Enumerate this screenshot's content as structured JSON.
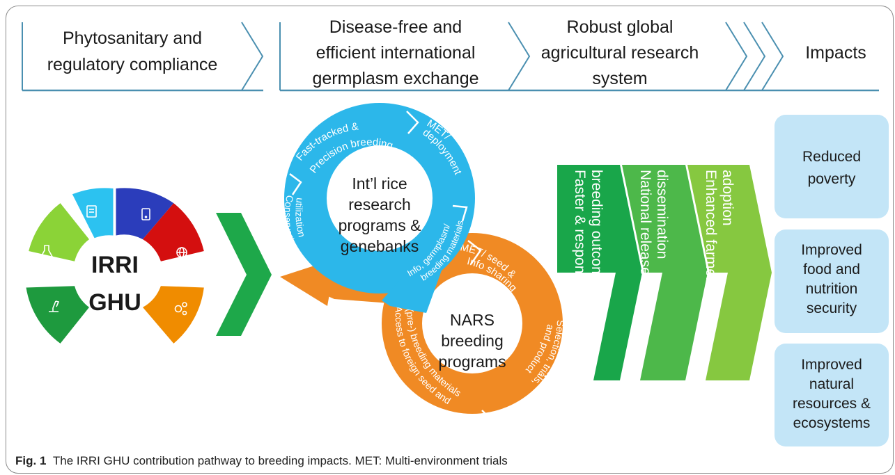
{
  "header": {
    "stage1": [
      "Phytosanitary and",
      "regulatory compliance"
    ],
    "stage2": [
      "Disease-free and",
      "efficient international",
      "germplasm exchange"
    ],
    "stage3": [
      "Robust global",
      "agricultural research",
      "system"
    ],
    "stage4": "Impacts"
  },
  "ghu": {
    "label_line1": "IRRI",
    "label_line2": "GHU",
    "segments": [
      {
        "icon": "flask-icon",
        "color": "#8bd337"
      },
      {
        "icon": "document-icon",
        "color": "#2cc2f0"
      },
      {
        "icon": "tablet-icon",
        "color": "#2b3dbb"
      },
      {
        "icon": "globe-icon",
        "color": "#d40f0f"
      },
      {
        "icon": "microscope-icon",
        "color": "#1e9a3e"
      },
      {
        "icon": "gears-icon",
        "color": "#f08c00"
      }
    ]
  },
  "blue_cycle": {
    "center": [
      "Int’l rice",
      "research",
      "programs &",
      "genebanks"
    ],
    "arc_labels": [
      "Fast-tracked &",
      "Precision breeding",
      "MET/",
      "deployment",
      "Conservation/",
      "utilization",
      "Info, germplasm/",
      "breeding materials"
    ],
    "color": "#2cb7ea"
  },
  "orange_cycle": {
    "center": [
      "NARS",
      "breeding",
      "programs"
    ],
    "arc_labels": [
      "MET/ seed &",
      "Info sharing",
      "Selection, trials,",
      "and product",
      "Access to foreign seed and",
      "(pre-) breeding materials"
    ],
    "color": "#f08a24"
  },
  "pathway": [
    {
      "lines": [
        "Faster & responsive",
        "breeding outcomes"
      ],
      "color": "#19a64a"
    },
    {
      "lines": [
        "National release &",
        "dissemination"
      ],
      "color": "#4db84a"
    },
    {
      "lines": [
        "Enhanced farmer",
        "adoption"
      ],
      "color": "#86c840"
    }
  ],
  "impacts": [
    {
      "lines": [
        "Reduced",
        "poverty"
      ]
    },
    {
      "lines": [
        "Improved",
        "food and",
        "nutrition",
        "security"
      ]
    },
    {
      "lines": [
        "Improved",
        "natural",
        "resources &",
        "ecosystems"
      ]
    }
  ],
  "caption": {
    "label": "Fig. 1",
    "text": "The IRRI GHU contribution pathway to breeding impacts. MET: Multi-environment trials"
  }
}
